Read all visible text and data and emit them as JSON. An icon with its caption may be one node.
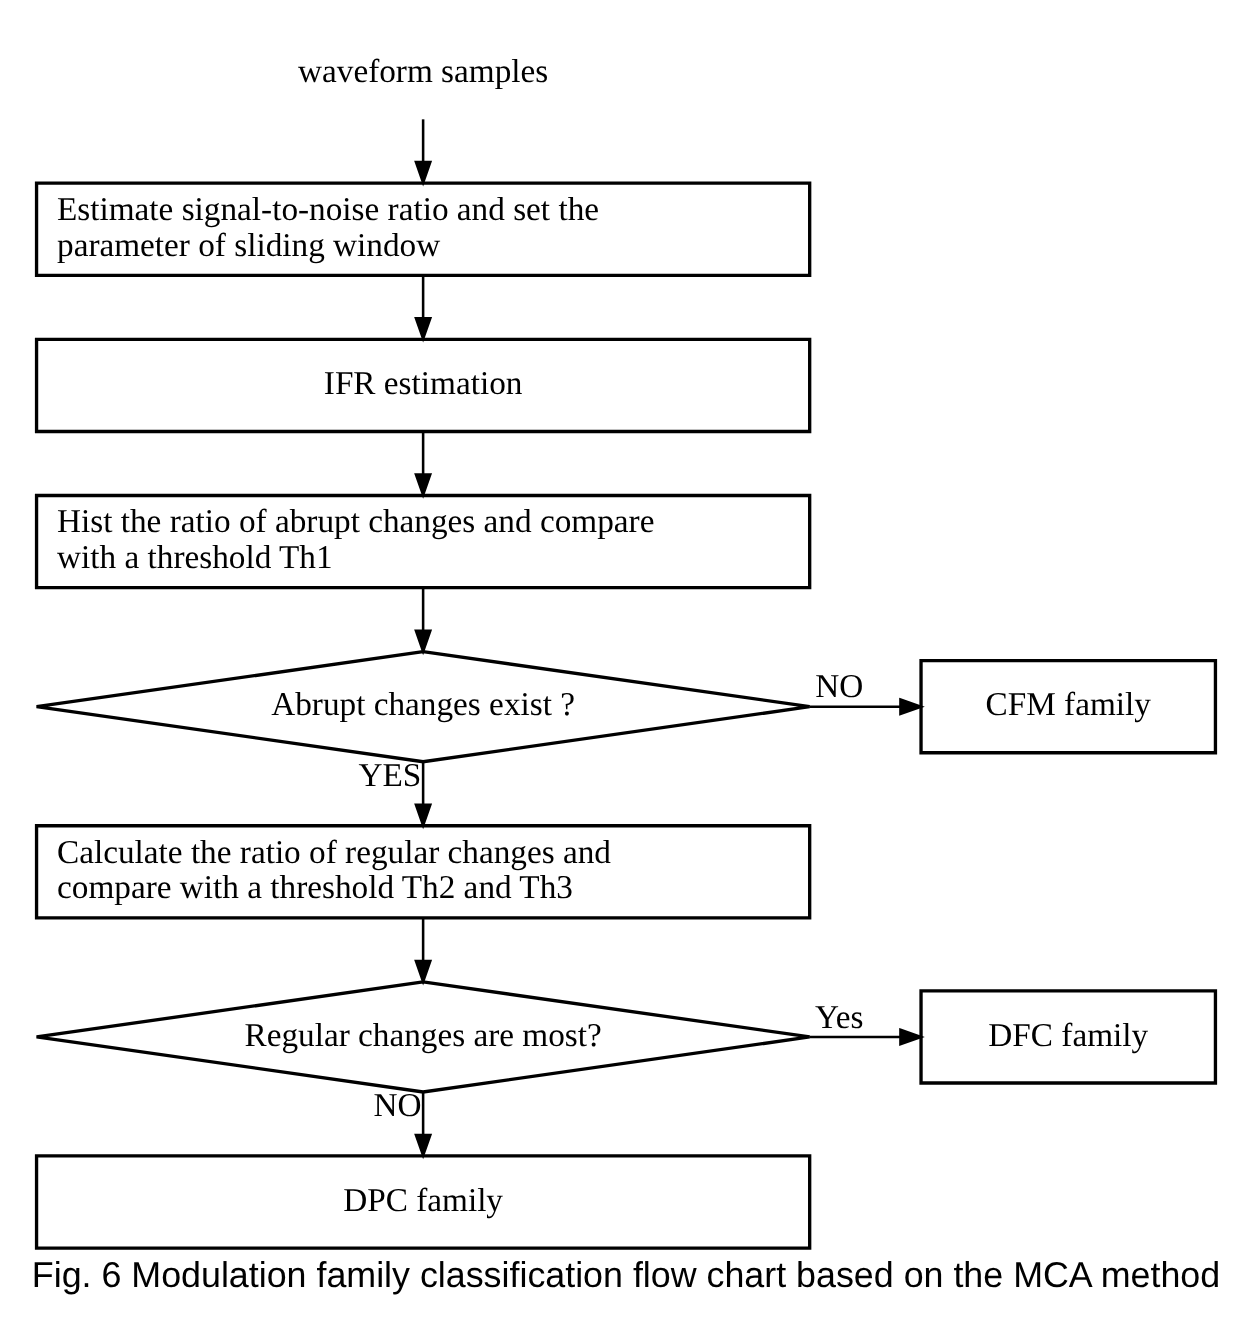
{
  "diagram": {
    "caption": "Fig. 6 Modulation family classification flow chart based on the MCA method",
    "nodes": [
      {
        "text": [
          "waveform samples"
        ]
      },
      {
        "text": [
          "Estimate signal-to-noise ratio and set the parameter of sliding window"
        ]
      },
      {
        "text": [
          "IFR estimation"
        ]
      },
      {
        "text": [
          "Hist the ratio of abrupt changes and compare with a threshold Th1"
        ]
      },
      {
        "text": [
          "Abrupt changes exist ?"
        ]
      },
      {
        "text": [
          "CFM family"
        ]
      },
      {
        "text": [
          "Calculate the ratio of regular changes and compare with a threshold Th2 and Th3"
        ]
      },
      {
        "text": [
          "Regular changes are most?"
        ]
      },
      {
        "text": [
          "DFC family"
        ]
      },
      {
        "text": [
          "DPC family"
        ]
      }
    ],
    "edges": [
      {
        "from": 0,
        "to": 1,
        "arrow": "to"
      },
      {
        "from": 1,
        "to": 2,
        "arrow": "to"
      },
      {
        "from": 2,
        "to": 3,
        "arrow": "to"
      },
      {
        "from": 3,
        "to": 4,
        "arrow": "to"
      },
      {
        "from": 4,
        "to": 5,
        "arrow": "to",
        "label": "NO"
      },
      {
        "from": 4,
        "to": 6,
        "arrow": "to",
        "label": "YES"
      },
      {
        "from": 6,
        "to": 7,
        "arrow": "to"
      },
      {
        "from": 7,
        "to": 8,
        "arrow": "to",
        "label": "Yes"
      },
      {
        "from": 7,
        "to": 9,
        "arrow": "to",
        "label": "NO"
      }
    ]
  }
}
